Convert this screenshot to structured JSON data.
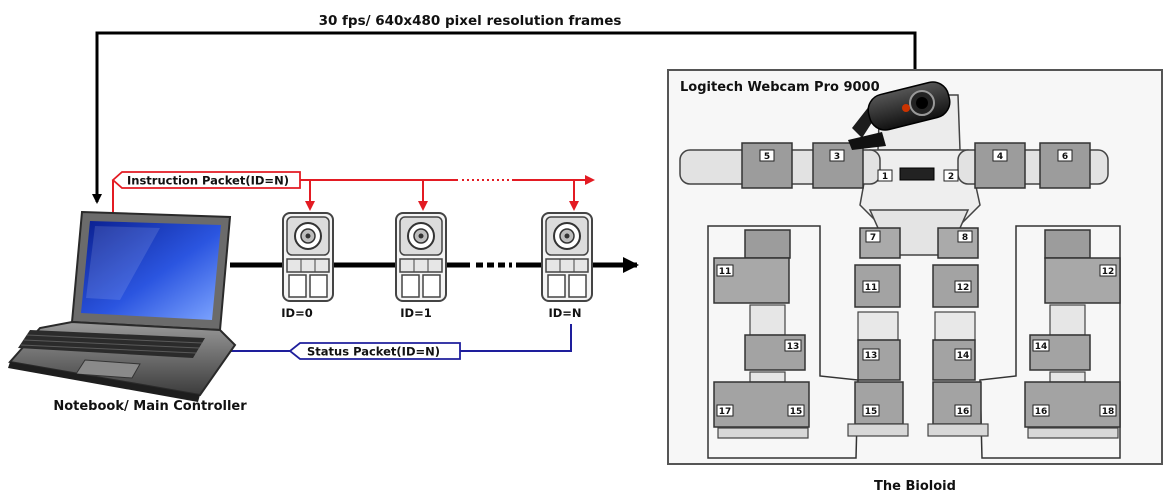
{
  "frame_link_label": "30 fps/ 640x480 pixel resolution frames",
  "controller_label": "Notebook/ Main Controller",
  "webcam_label": "Logitech Webcam Pro 9000",
  "robot_label": "The Bioloid",
  "instruction_packet_label": "Instruction Packet(ID=N)",
  "status_packet_label": "Status Packet(ID=N)",
  "servo_ids": [
    "ID=0",
    "ID=1",
    "ID=N"
  ],
  "robot_servo_numbers": [
    "5",
    "3",
    "4",
    "6",
    "1",
    "2",
    "7",
    "8",
    "11",
    "12",
    "13",
    "14",
    "15",
    "16",
    "17",
    "18"
  ],
  "colors": {
    "instruction_line": "#e31b23",
    "status_line": "#1e1e9c",
    "bus_line": "#000000",
    "frame_line": "#000000"
  }
}
